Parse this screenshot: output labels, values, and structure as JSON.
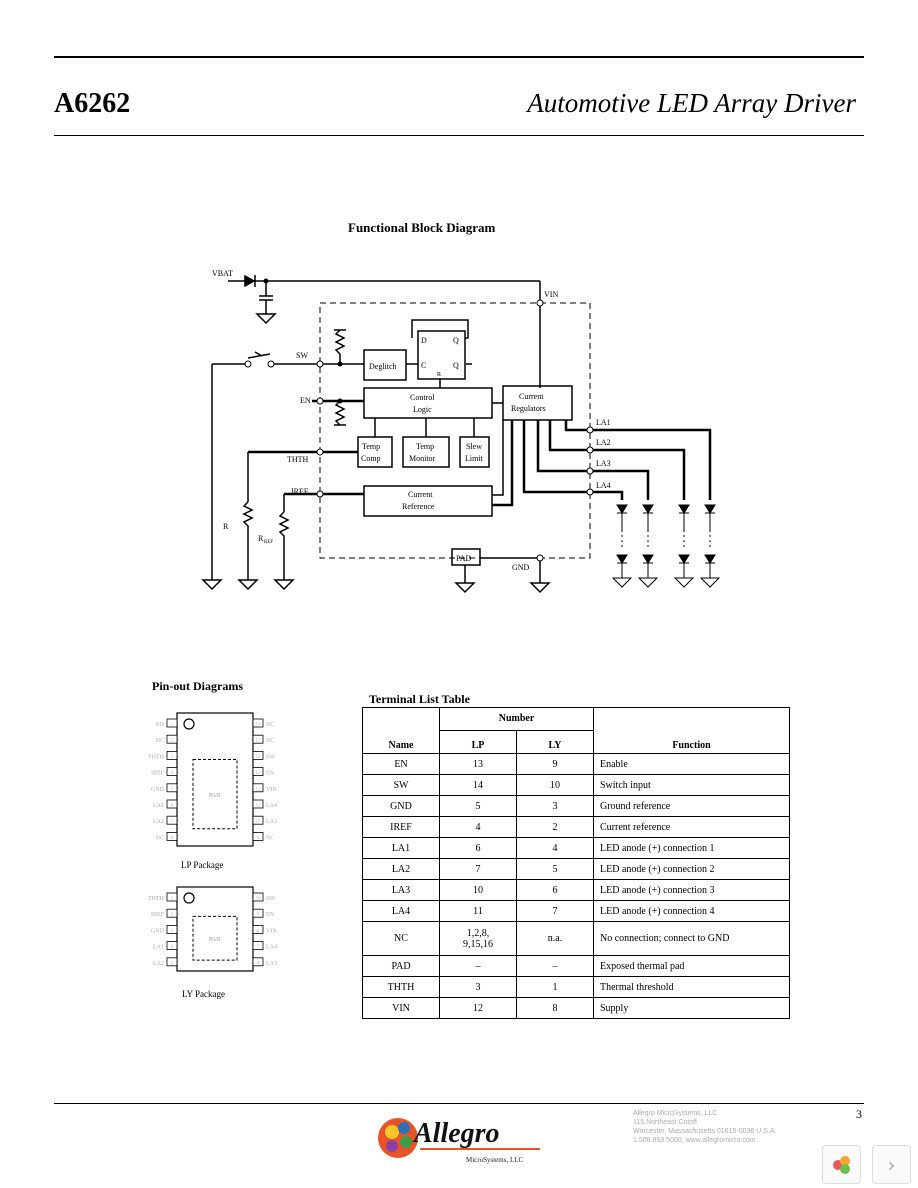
{
  "header": {
    "part_number": "A6262",
    "title": "Automotive LED Array Driver"
  },
  "block_diagram": {
    "title": "Functional Block Diagram",
    "nets": [
      "VBAT",
      "VIN",
      "SW",
      "EN",
      "THTH",
      "IREF",
      "GND",
      "LA1",
      "LA2",
      "LA3",
      "LA4"
    ],
    "blocks": {
      "deglitch": "Deglitch",
      "control": [
        "Control",
        "Logic"
      ],
      "current_reg": [
        "Current",
        "Regulators"
      ],
      "temp_comp": [
        "Temp",
        "Comp"
      ],
      "temp_monitor": [
        "Temp",
        "Monitor"
      ],
      "slew": [
        "Slew",
        "Limit"
      ],
      "current_ref": [
        "Current",
        "Reference"
      ],
      "pad": "PAD",
      "dff_d": "D",
      "dff_c": "C",
      "dff_q": "Q",
      "dff_r": "R"
    },
    "r_labels": {
      "rth": "R",
      "rref": "R",
      "rref_sub": "REF"
    }
  },
  "pinout": {
    "title": "Pin-out Diagrams",
    "lp": {
      "label": "LP Package",
      "left_pins": [
        "EN",
        "NC",
        "THTH",
        "IREF",
        "GND",
        "LA1",
        "LA2",
        "NC"
      ],
      "left_nums": [
        "1",
        "2",
        "3",
        "4",
        "5",
        "6",
        "7",
        "8"
      ],
      "right_pins": [
        "NC",
        "NC",
        "SW",
        "EN",
        "VIN",
        "LA4",
        "LA3",
        "NC"
      ],
      "right_nums": [
        "16",
        "15",
        "14",
        "13",
        "12",
        "11",
        "10",
        "9"
      ],
      "pad": "PAD"
    },
    "ly": {
      "label": "LY Package",
      "left_pins": [
        "THTH",
        "IREF",
        "GND",
        "LA1",
        "LA2"
      ],
      "left_nums": [
        "1",
        "2",
        "3",
        "4",
        "5"
      ],
      "right_pins": [
        "SW",
        "EN",
        "VIN",
        "LA4",
        "LA3"
      ],
      "right_nums": [
        "10",
        "9",
        "8",
        "7",
        "6"
      ],
      "pad": "PAD"
    }
  },
  "terminal_table": {
    "title": "Terminal List Table",
    "headers": {
      "name": "Name",
      "number": "Number",
      "lp": "LP",
      "ly": "LY",
      "function": "Function"
    },
    "rows": [
      {
        "name": "EN",
        "lp": "13",
        "ly": "9",
        "function": "Enable"
      },
      {
        "name": "SW",
        "lp": "14",
        "ly": "10",
        "function": "Switch input"
      },
      {
        "name": "GND",
        "lp": "5",
        "ly": "3",
        "function": "Ground reference"
      },
      {
        "name": "IREF",
        "lp": "4",
        "ly": "2",
        "function": "Current reference"
      },
      {
        "name": "LA1",
        "lp": "6",
        "ly": "4",
        "function": "LED anode (+) connection 1"
      },
      {
        "name": "LA2",
        "lp": "7",
        "ly": "5",
        "function": "LED anode (+) connection 2"
      },
      {
        "name": "LA3",
        "lp": "10",
        "ly": "6",
        "function": "LED anode (+) connection 3"
      },
      {
        "name": "LA4",
        "lp": "11",
        "ly": "7",
        "function": "LED anode (+) connection 4"
      },
      {
        "name": "NC",
        "lp": "1,2,8,\n9,15,16",
        "ly": "n.a.",
        "function": "No connection; connect to GND"
      },
      {
        "name": "PAD",
        "lp": "–",
        "ly": "–",
        "function": "Exposed thermal pad"
      },
      {
        "name": "THTH",
        "lp": "3",
        "ly": "1",
        "function": "Thermal threshold"
      },
      {
        "name": "VIN",
        "lp": "12",
        "ly": "8",
        "function": "Supply"
      }
    ]
  },
  "footer": {
    "logo_text": "Allegro",
    "logo_sub": "MicroSystems, LLC",
    "address": [
      "Allegro MicroSystems, LLC",
      "115 Northeast Cutoff",
      "Worcester, Massachusetts 01615-0036 U.S.A.",
      "1.508.853.5000; www.allegromicro.com"
    ],
    "page": "3"
  },
  "nav": {
    "next_label": "›"
  }
}
